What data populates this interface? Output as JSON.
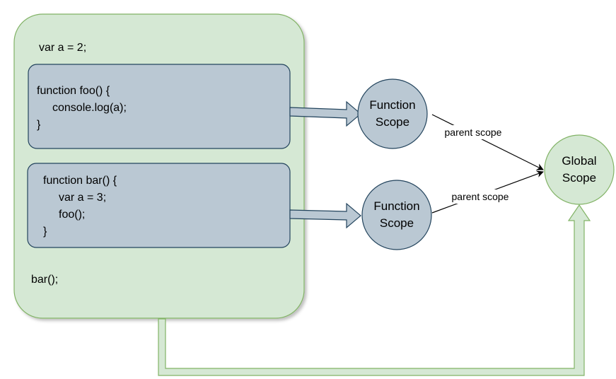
{
  "global_block": {
    "top_code": "var a = 2;",
    "bottom_code": "bar();"
  },
  "foo_block": {
    "lines": [
      "function foo() {",
      "console.log(a);",
      "}"
    ]
  },
  "bar_block": {
    "lines": [
      "function bar() {",
      "var a = 3;",
      "foo();",
      "}"
    ]
  },
  "foo_scope": {
    "line1": "Function",
    "line2": "Scope"
  },
  "bar_scope": {
    "line1": "Function",
    "line2": "Scope"
  },
  "global_scope": {
    "line1": "Global",
    "line2": "Scope"
  },
  "edges": {
    "foo_to_global_label": "parent scope",
    "bar_to_global_label": "parent scope"
  },
  "colors": {
    "green_fill": "#d5e8d4",
    "green_stroke": "#82b366",
    "blue_fill": "#bac8d3",
    "blue_stroke": "#23445d"
  }
}
